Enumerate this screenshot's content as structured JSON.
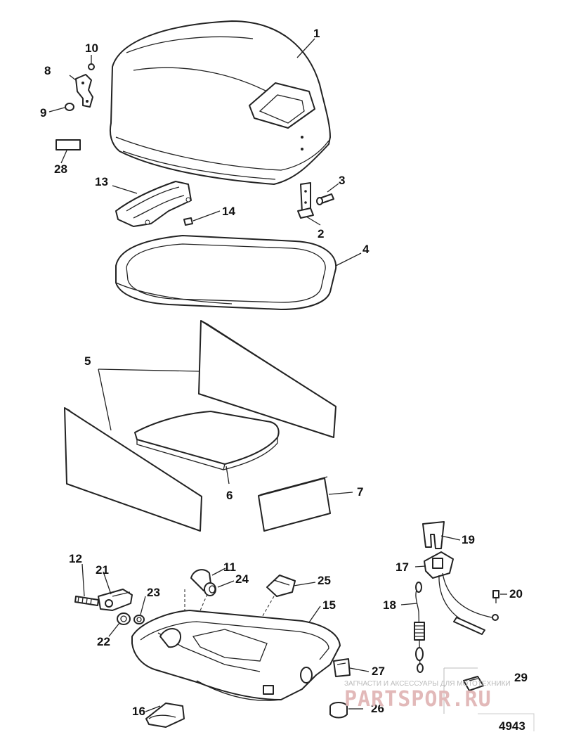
{
  "diagram": {
    "figure_number": "4943",
    "callouts": [
      "1",
      "2",
      "3",
      "4",
      "5",
      "6",
      "7",
      "8",
      "9",
      "10",
      "11",
      "12",
      "13",
      "14",
      "15",
      "16",
      "17",
      "18",
      "19",
      "20",
      "21",
      "22",
      "23",
      "24",
      "25",
      "26",
      "27",
      "28",
      "29"
    ]
  },
  "watermark": {
    "line1": "ЗАПЧАСТИ И АКСЕССУАРЫ ДЛЯ МОТОТЕХНИКИ",
    "line2": "PARTSPOR.RU"
  }
}
